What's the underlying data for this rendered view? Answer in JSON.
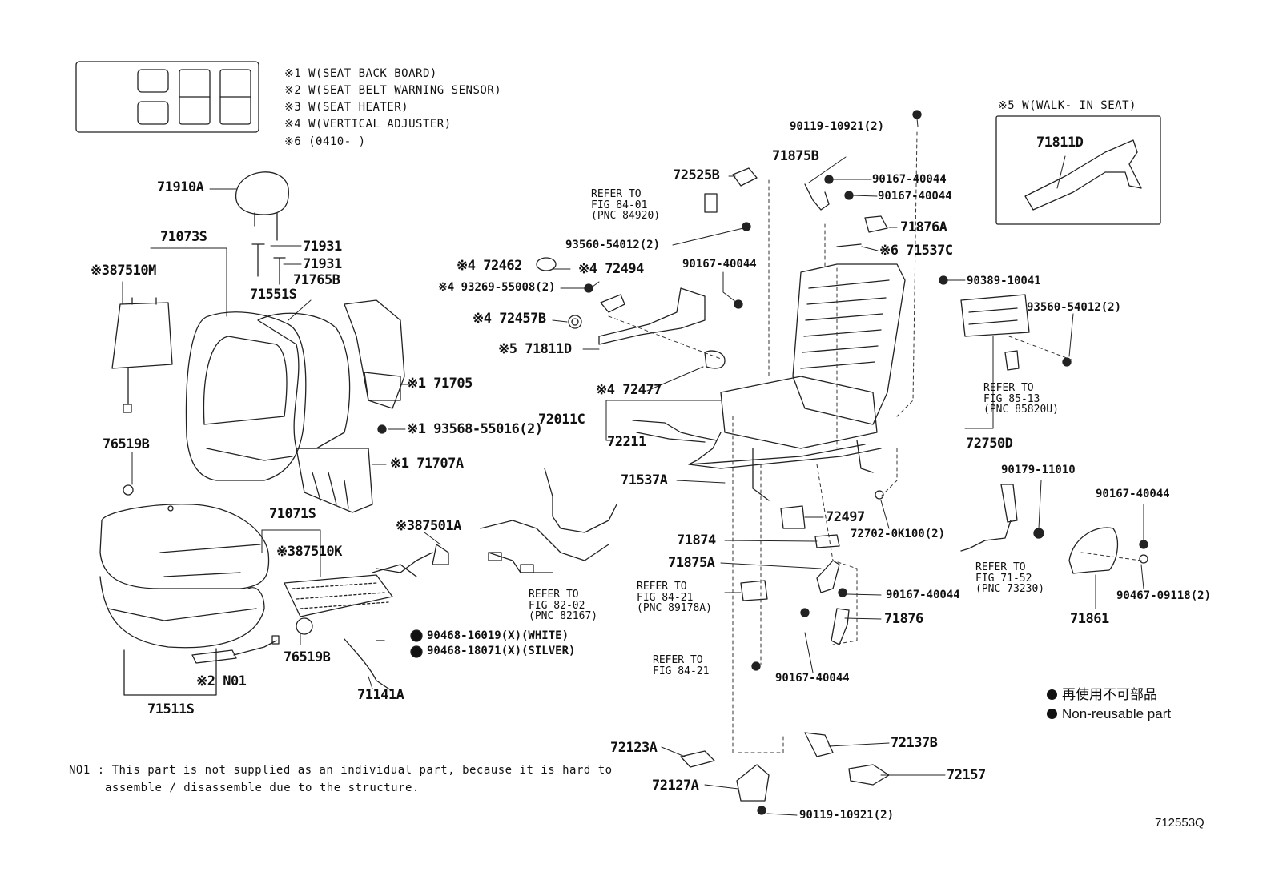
{
  "notes": {
    "n1": "※1 W(SEAT BACK BOARD)",
    "n2": "※2 W(SEAT BELT WARNING SENSOR)",
    "n3": "※3 W(SEAT HEATER)",
    "n4": "※4 W(VERTICAL ADJUSTER)",
    "n6": "※6 (0410-    )",
    "walkin": "※5 W(WALK- IN SEAT)"
  },
  "parts": {
    "p71910A": "71910A",
    "p71073S": "71073S",
    "p87510M": "※387510M",
    "p71931a": "71931",
    "p71931b": "71931",
    "p71551S": "71551S",
    "p71765B": "71765B",
    "p71705": "※1 71705",
    "p93568": "※1 93568-55016(2)",
    "p71707A": "※1 71707A",
    "p76519Ba": "76519B",
    "p71071S": "71071S",
    "p87510K": "※387510K",
    "p87501A": "※387501A",
    "p76519Bb": "76519B",
    "pN01": "※2 N01",
    "p71511S": "71511S",
    "p71141A": "71141A",
    "p90468a": "90468-16019(X)(WHITE)",
    "p90468b": "90468-18071(X)(SILVER)",
    "p72462": "※4 72462",
    "p72494": "※4 72494",
    "p93269": "※4 93269-55008(2)",
    "p72457B": "※4  72457B",
    "p71811Da": "※5 71811D",
    "p72477": "※4  72477",
    "p72011C": "72011C",
    "p72211": "72211",
    "p71537A": "71537A",
    "p72525B": "72525B",
    "p93560a": "93560-54012(2)",
    "p90167a": "90167-40044",
    "p71875B": "71875B",
    "p90167b": "90167-40044",
    "p90167c": "90167-40044",
    "p90119a": "90119-10921(2)",
    "p71876A": "71876A",
    "p71537C": "※6 71537C",
    "p90389": "90389-10041",
    "p93560b": "93560-54012(2)",
    "p72750D": "72750D",
    "p71811Db": "71811D",
    "p72497": "72497",
    "p72702": "72702-0K100(2)",
    "p71874": "71874",
    "p71875A": "71875A",
    "p90167d": "90167-40044",
    "p71876": "71876",
    "p90167e": "90167-40044",
    "p90179": "90179-11010",
    "p90167f": "90167-40044",
    "p90467": "90467-09118(2)",
    "p71861": "71861",
    "p72123A": "72123A",
    "p72127A": "72127A",
    "p72137B": "72137B",
    "p72157": "72157",
    "p90119b": "90119-10921(2)"
  },
  "refs": {
    "r1": "REFER TO\nFIG 84-01\n(PNC 84920)",
    "r2": "REFER TO\nFIG 85-13\n(PNC 85820U)",
    "r3": "REFER TO\nFIG 82-02\n(PNC 82167)",
    "r4": "REFER TO\nFIG 84-21\n(PNC 89178A)",
    "r5": "REFER TO\nFIG 84-21",
    "r6": "REFER TO\nFIG 71-52\n(PNC 73230)"
  },
  "legend": {
    "jp": "再使用不可部品",
    "en": "Non-reusable part"
  },
  "footnote": {
    "line1": "NO1 : This part is not supplied as an individual part, because it is hard to",
    "line2": "assemble / disassemble due to the structure."
  },
  "figure_id": "712553Q"
}
